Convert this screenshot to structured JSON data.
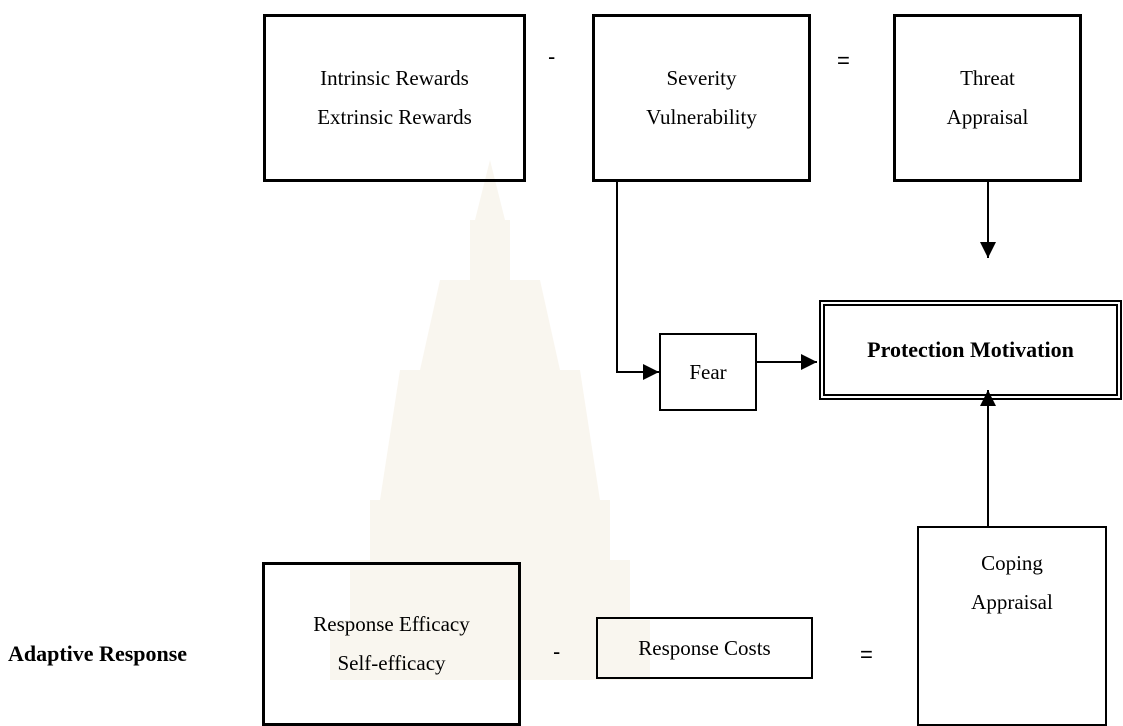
{
  "threat": {
    "rewards": {
      "line1": "Intrinsic Rewards",
      "line2": "Extrinsic Rewards"
    },
    "minus": "-",
    "severity": {
      "line1": "Severity",
      "line2": "Vulnerability"
    },
    "equals": "=",
    "appraisal": {
      "line1": "Threat",
      "line2": "Appraisal"
    }
  },
  "fear": "Fear",
  "outcome": "Protection Motivation",
  "coping": {
    "row_label": "Adaptive Response",
    "efficacy": {
      "line1": "Response Efficacy",
      "line2": "Self-efficacy"
    },
    "minus": "-",
    "costs": "Response Costs",
    "equals": "=",
    "appraisal": {
      "line1": "Coping",
      "line2": "Appraisal"
    }
  }
}
